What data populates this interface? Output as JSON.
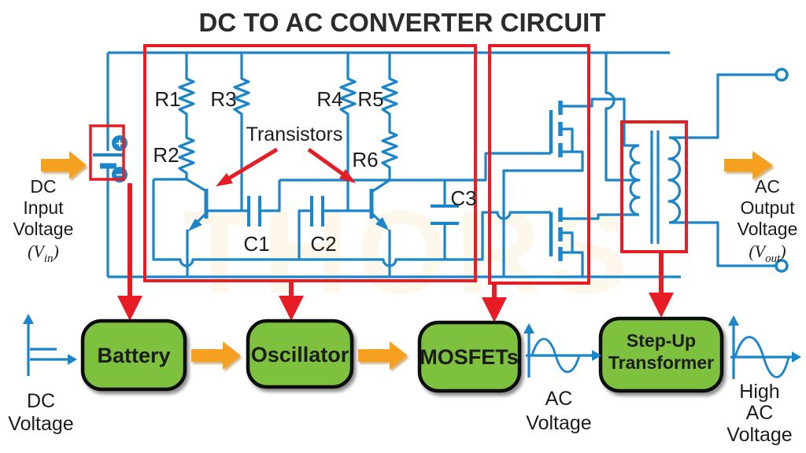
{
  "title": "DC TO AC CONVERTER CIRCUIT",
  "watermark": "THORS",
  "colors": {
    "wire_blue": "#1a85c8",
    "overlay_red": "#e81c24",
    "arrow_orange": "#f5a11f",
    "block_green": "#7ec13e",
    "text_dark": "#2a2a2a"
  },
  "left_input": {
    "lines": [
      "DC",
      "Input",
      "Voltage"
    ],
    "vsym": "(V",
    "vsub": "in",
    "vclose": ")"
  },
  "right_output": {
    "lines": [
      "AC",
      "Output",
      "Voltage"
    ],
    "vsym": "(V",
    "vsub": "out",
    "vclose": ")"
  },
  "circuit": {
    "resistors": [
      "R1",
      "R2",
      "R3",
      "R4",
      "R5",
      "R6"
    ],
    "capacitors": [
      "C1",
      "C2",
      "C3"
    ],
    "transistors_label": "Transistors",
    "battery_plus": "+",
    "battery_minus": "−"
  },
  "blocks": [
    {
      "label": "Battery"
    },
    {
      "label": "Oscillator"
    },
    {
      "label": "MOSFETs"
    },
    {
      "label": "Step-Up",
      "label2": "Transformer"
    }
  ],
  "waveforms": {
    "dc": [
      "DC",
      "Voltage"
    ],
    "ac": [
      "AC",
      "Voltage"
    ],
    "high_ac": [
      "High",
      "AC",
      "Voltage"
    ]
  }
}
